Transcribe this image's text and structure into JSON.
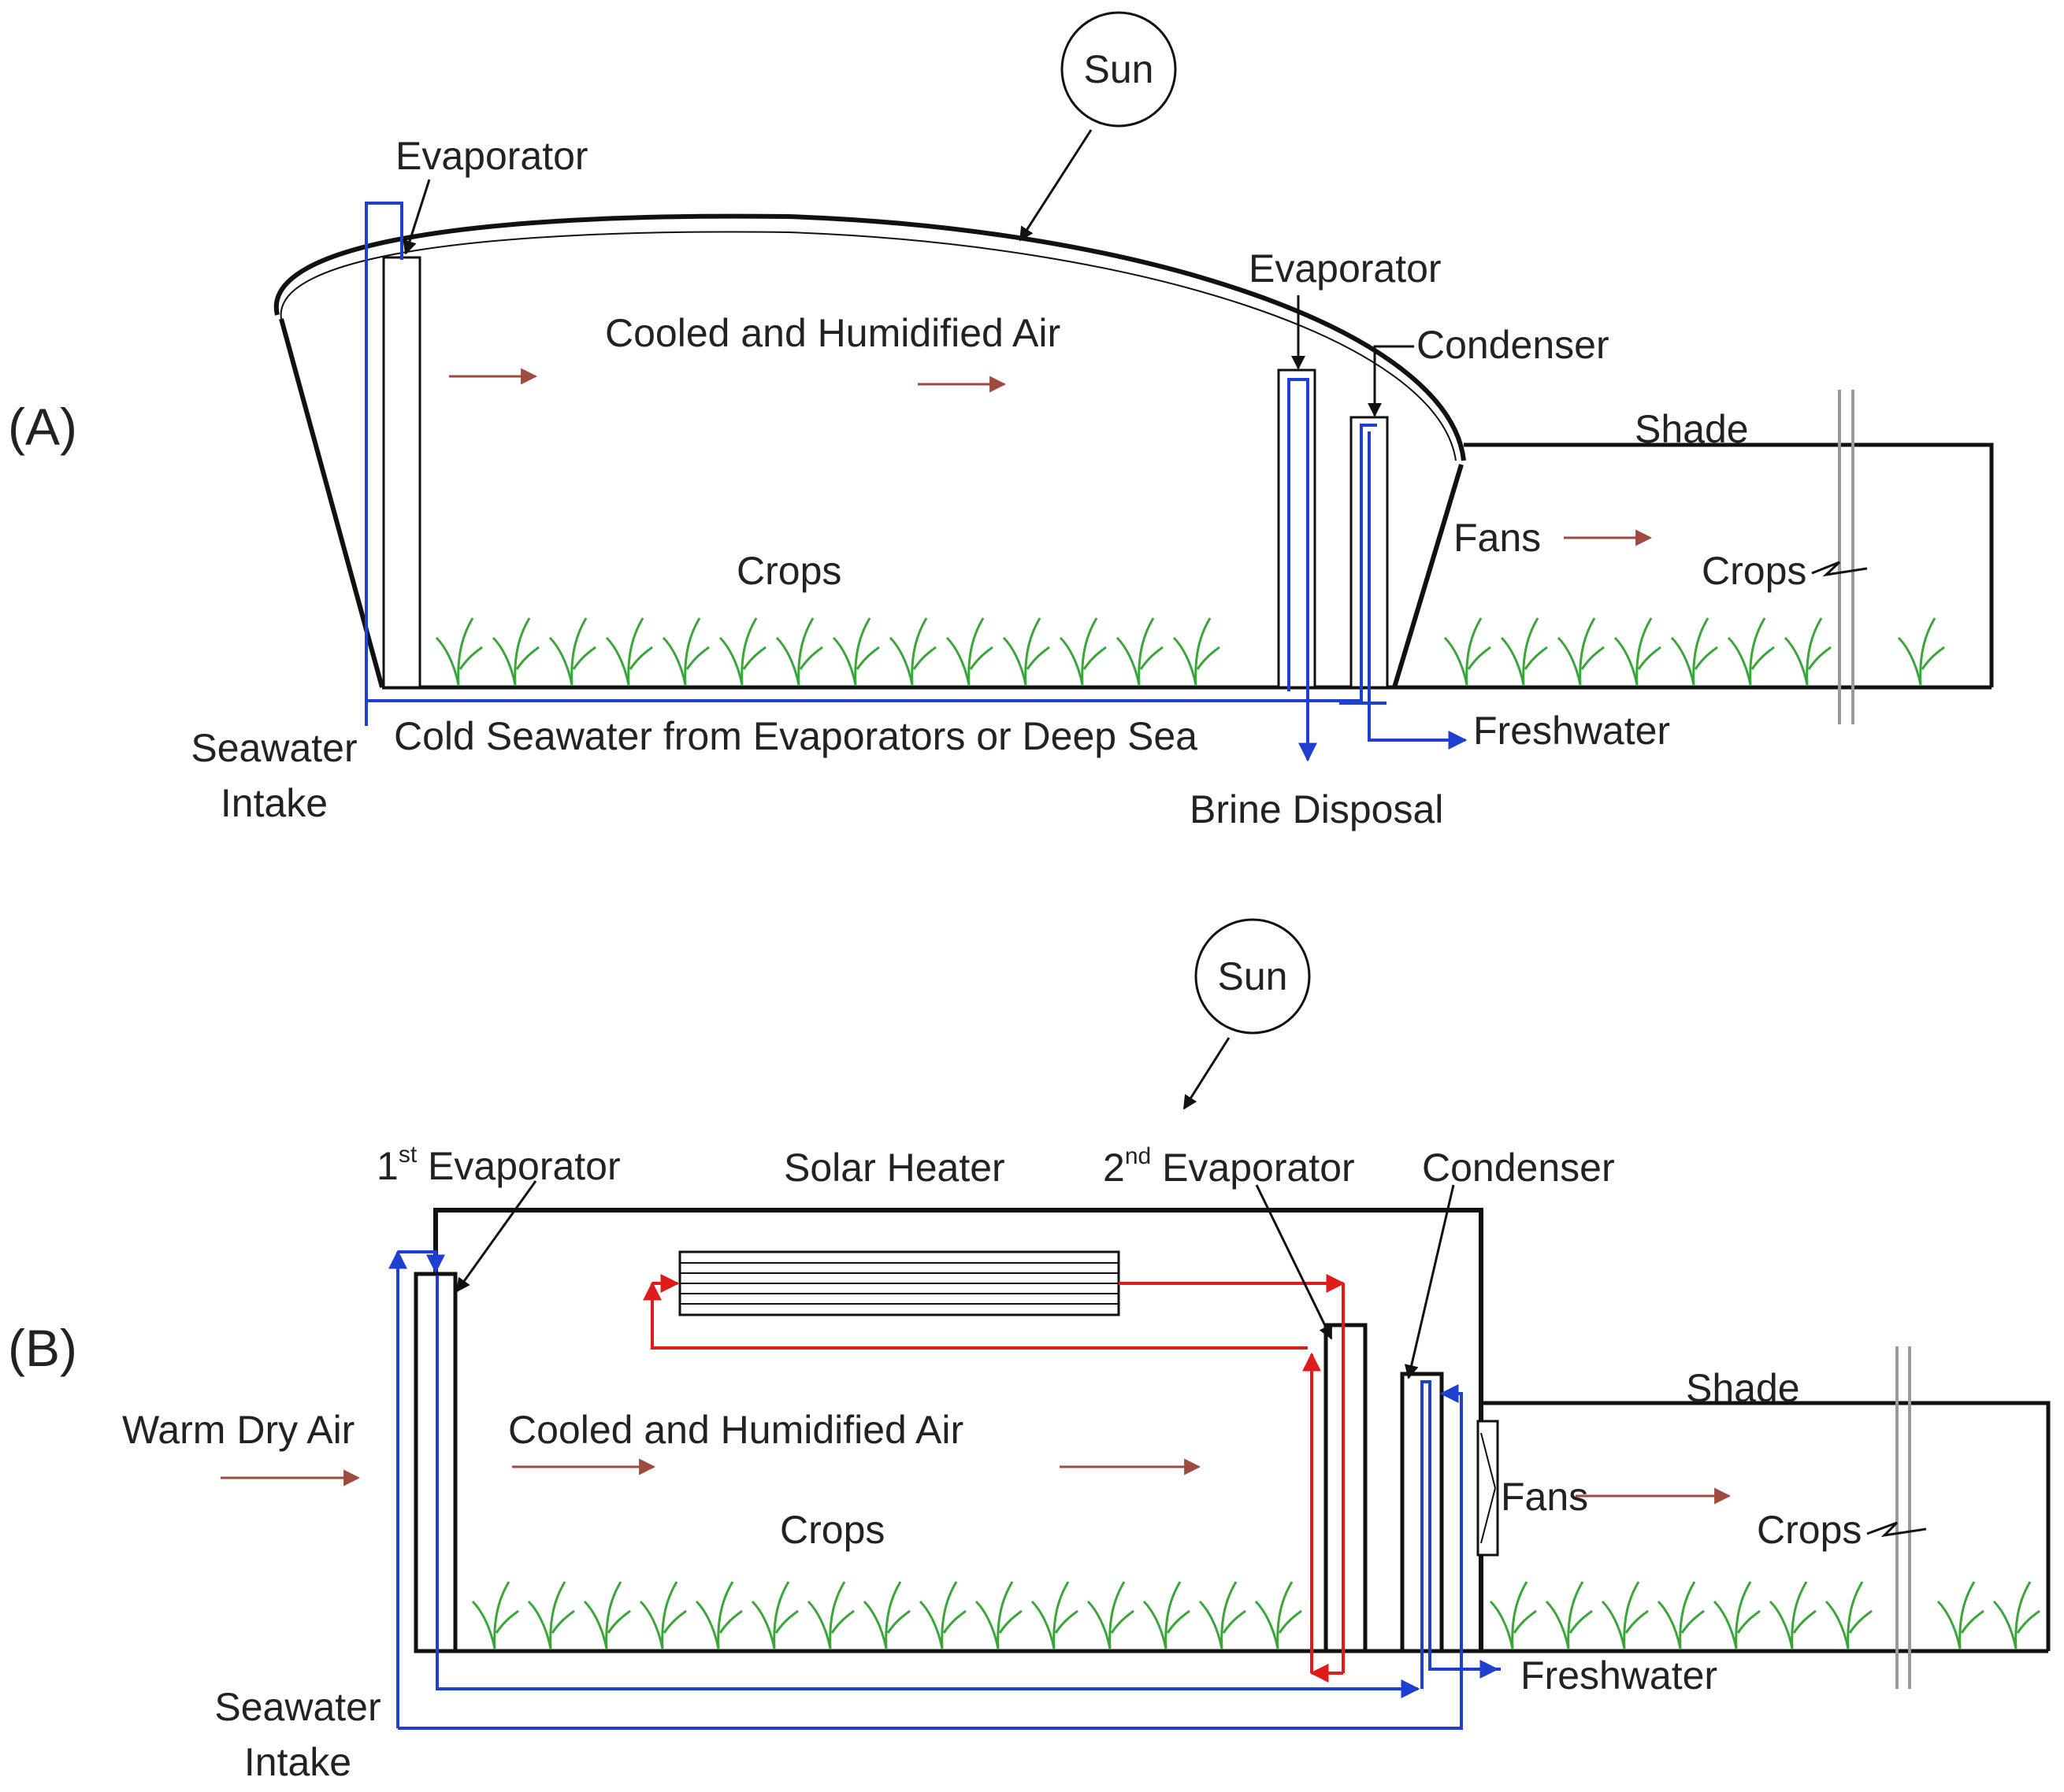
{
  "colors": {
    "structure": "#111111",
    "water": "#1f3fd1",
    "heating_loop": "#e01b1b",
    "air_arrow": "#9e4a3f",
    "crop": "#3aa63a",
    "shade_divider": "#9a9a9a"
  },
  "icons": {
    "crop": "crop-icon",
    "fan": "fan-icon",
    "sun": "sun-icon"
  },
  "panel_a": {
    "label": "(A)",
    "sun": "Sun",
    "evaporator_left": "Evaporator",
    "evaporator_right": "Evaporator",
    "condenser": "Condenser",
    "air": "Cooled and Humidified Air",
    "shade": "Shade",
    "fans": "Fans",
    "crops_inside": "Crops",
    "crops_outside": "Crops",
    "seawater_intake_line1": "Seawater",
    "seawater_intake_line2": "Intake",
    "cold_seawater": "Cold Seawater from Evaporators or Deep Sea",
    "freshwater": "Freshwater",
    "brine_disposal": "Brine Disposal"
  },
  "panel_b": {
    "label": "(B)",
    "sun": "Sun",
    "evaporator1_ord": "1",
    "evaporator1_sup": "st",
    "evaporator1_text": " Evaporator",
    "solar_heater": "Solar Heater",
    "evaporator2_ord": "2",
    "evaporator2_sup": "nd",
    "evaporator2_text": " Evaporator",
    "condenser": "Condenser",
    "warm_air": "Warm Dry Air",
    "air": "Cooled and Humidified Air",
    "shade": "Shade",
    "fans": "Fans",
    "crops_inside": "Crops",
    "crops_outside": "Crops",
    "seawater_intake_line1": "Seawater",
    "seawater_intake_line2": "Intake",
    "freshwater": "Freshwater"
  }
}
